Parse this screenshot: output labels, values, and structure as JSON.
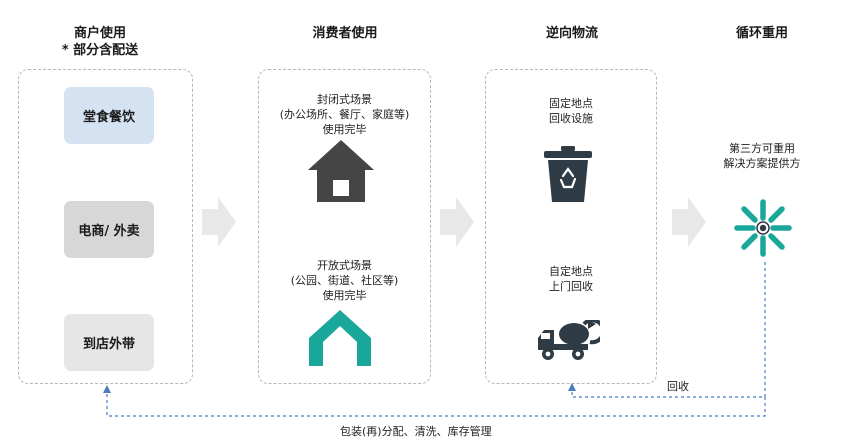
{
  "headers": {
    "merchant_line1": "商户使用",
    "merchant_line2": "* 部分含配送",
    "consumer": "消费者使用",
    "reverse": "逆向物流",
    "reuse": "循环重用"
  },
  "merchant_tiles": [
    "堂食餐饮",
    "电商/ 外卖",
    "到店外带"
  ],
  "consumer": {
    "closed_line1": "封闭式场景",
    "closed_line2": "(办公场所、餐厅、家庭等)",
    "closed_line3": "使用完毕",
    "open_line1": "开放式场景",
    "open_line2": "(公园、街道、社区等)",
    "open_line3": "使用完毕"
  },
  "reverse": {
    "fixed_line1": "固定地点",
    "fixed_line2": "回收设施",
    "door_line1": "自定地点",
    "door_line2": "上门回收"
  },
  "reuse": {
    "line1": "第三方可重用",
    "line2": "解决方案提供方"
  },
  "flow": {
    "recycle_label": "回收",
    "bottom_label": "包装(再)分配、清洗、库存管理"
  },
  "colors": {
    "tile_dine": "#d4e2f1",
    "tile_ecom": "#d7d7d7",
    "tile_takeaway": "#e6e6e6",
    "house_dark": "#454545",
    "house_teal": "#1aa79b",
    "bin_dark": "#2f3b45",
    "flow_line": "#4a7bc0",
    "chevron": "#e8e8e8"
  },
  "icons": [
    "house-icon",
    "open-house-icon",
    "recycle-bin-icon",
    "truck-icon",
    "reuse-logo-icon",
    "chevron-right-icon"
  ]
}
